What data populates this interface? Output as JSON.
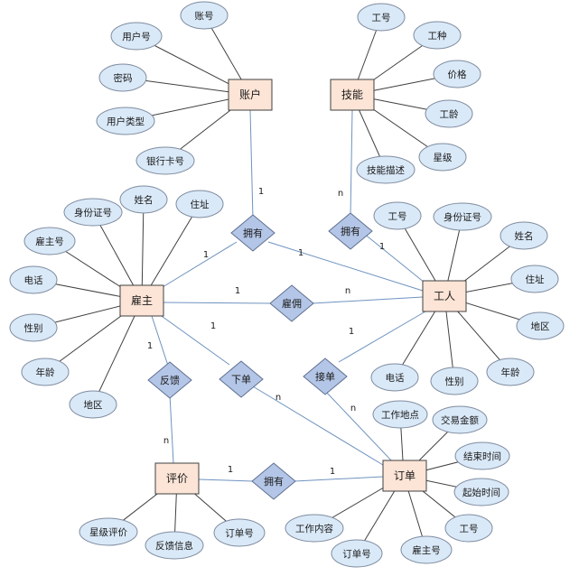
{
  "entities": {
    "account": "账户",
    "skill": "技能",
    "employer": "雇主",
    "worker": "工人",
    "review": "评价",
    "order": "订单"
  },
  "relationships": {
    "account_employer": "拥有",
    "skill_worker": "拥有",
    "employ": "雇佣",
    "feedback": "反馈",
    "place_order": "下单",
    "accept_order": "接单",
    "review_order": "拥有"
  },
  "attributes": {
    "account": [
      "账号",
      "用户号",
      "密码",
      "用户类型",
      "银行卡号"
    ],
    "skill": [
      "工号",
      "工种",
      "价格",
      "工龄",
      "星级",
      "技能描述"
    ],
    "employer": [
      "姓名",
      "身份证号",
      "住址",
      "雇主号",
      "电话",
      "性别",
      "年龄",
      "地区"
    ],
    "worker": [
      "工号",
      "身份证号",
      "姓名",
      "住址",
      "地区",
      "年龄",
      "性别",
      "电话"
    ],
    "review": [
      "星级评价",
      "反馈信息",
      "订单号"
    ],
    "order": [
      "工作地点",
      "交易金额",
      "结束时间",
      "起始时间",
      "工号",
      "雇主号",
      "订单号",
      "工作内容"
    ]
  },
  "cardinalities": {
    "account_side": "1",
    "employer_to_account_rel": "1",
    "worker_to_account_rel": "1",
    "skill_side": "n",
    "worker_to_skill_rel": "1",
    "employer_employ": "1",
    "worker_employ": "n",
    "employer_feedback": "1",
    "review_feedback": "n",
    "employer_place_order": "1",
    "order_place_order": "n",
    "worker_accept_order": "1",
    "order_accept_order": "n",
    "review_review_order": "1",
    "order_review_order": "1"
  }
}
